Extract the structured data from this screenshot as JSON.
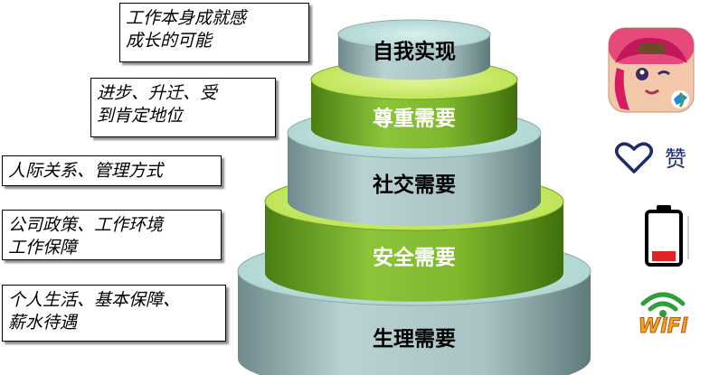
{
  "diagram": {
    "levels": [
      {
        "label": "自我实现",
        "color": "teal"
      },
      {
        "label": "尊重需要",
        "color": "green"
      },
      {
        "label": "社交需要",
        "color": "teal"
      },
      {
        "label": "安全需要",
        "color": "green"
      },
      {
        "label": "生理需要",
        "color": "teal"
      }
    ],
    "notes": [
      "工作本身成就感\n成长的可能",
      "进步、升迁、受\n到肯定地位",
      "人际关系、管理方式",
      "公司政策、工作环境\n工作保障",
      "个人生活、基本保障、\n薪水待遇"
    ],
    "colors": {
      "teal_top": "#bfe3df",
      "teal_side": "#8fa9ab",
      "green_top": "#d3f070",
      "green_side": "#6fa21e",
      "teal_text": "#000000",
      "green_text": "#ffffff"
    }
  },
  "sidebar": {
    "app_icon": "game-avatar-icon",
    "like_icon": "heart-icon",
    "like_label": "赞",
    "battery_icon": "battery-low-icon",
    "battery_level": 0.2,
    "wifi_icon": "wifi-icon",
    "wifi_label": "WiFi"
  }
}
